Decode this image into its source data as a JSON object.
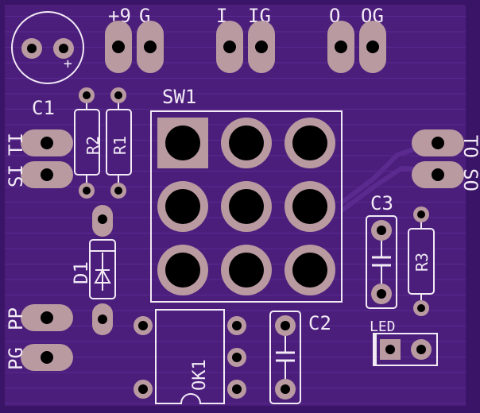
{
  "colors": {
    "board": "#4b1e7c",
    "board_edge": "#3a1466",
    "hatch": "#5a2a8f",
    "copper": "#b89aa0",
    "silk": "#f2eaf5",
    "hole": "#000000"
  },
  "pads_top": {
    "plus9": "+9",
    "g1": "G",
    "i": "I",
    "ig": "IG",
    "o": "O",
    "og": "OG"
  },
  "left_labels": {
    "si": "SI",
    "ti": "TI",
    "pg": "PG",
    "pp": "PP"
  },
  "right_labels": {
    "so": "SO",
    "to": "TO"
  },
  "components": {
    "c1": "C1",
    "r1": "R1",
    "r2": "R2",
    "sw1": "SW1",
    "d1": "D1",
    "c2": "C2",
    "c3": "C3",
    "r3": "R3",
    "led": "LED",
    "ok1": "OK1",
    "plus": "+"
  }
}
